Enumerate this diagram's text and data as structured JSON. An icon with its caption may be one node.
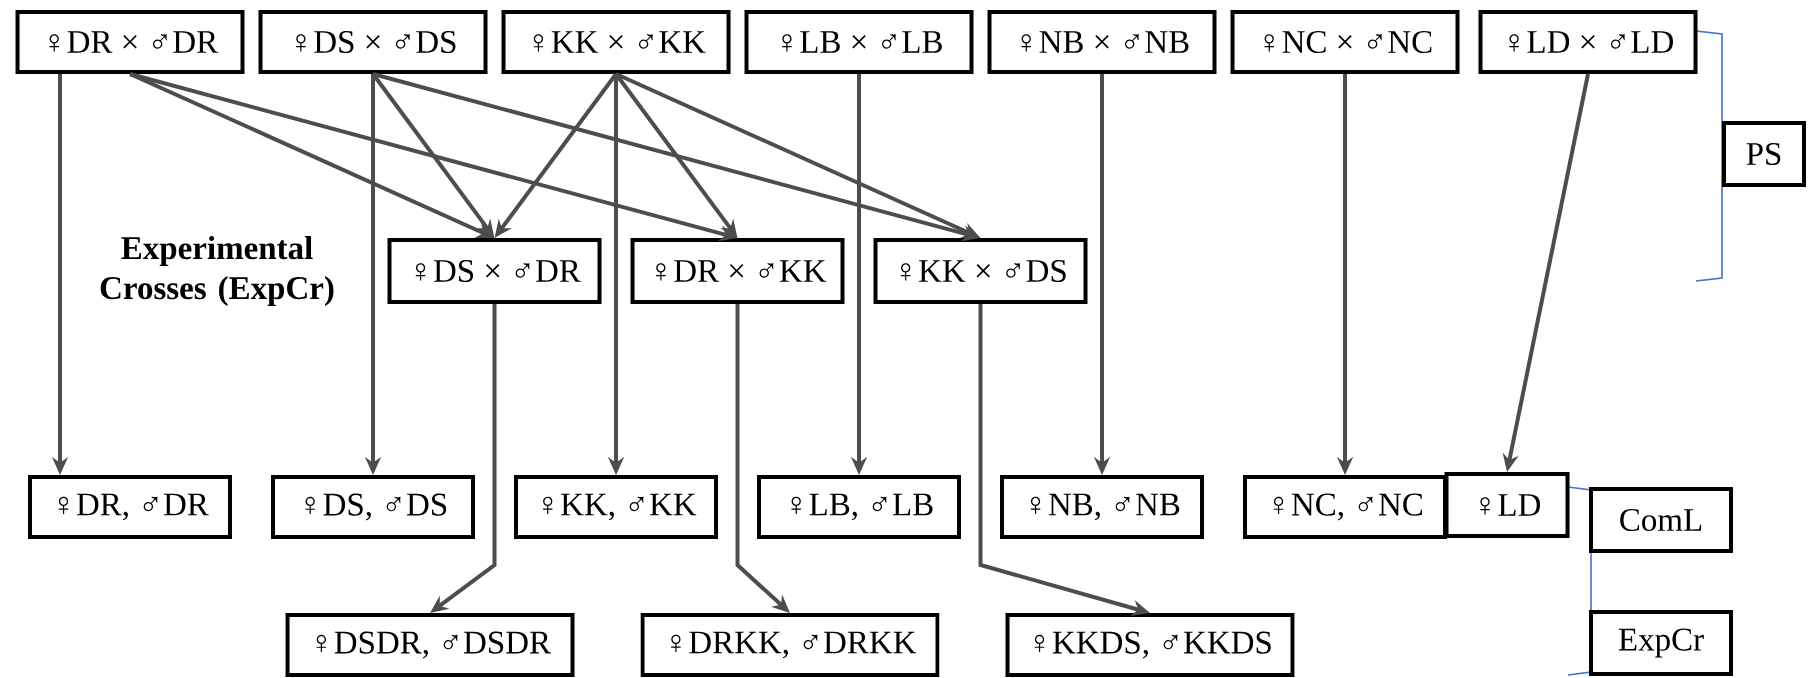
{
  "diagram": {
    "nodes": [
      {
        "text": [
          "♀DR × ♂DR"
        ]
      },
      {
        "text": [
          "♀DS × ♂DS"
        ]
      },
      {
        "text": [
          "♀KK × ♂KK"
        ]
      },
      {
        "text": [
          "♀LB × ♂LB"
        ]
      },
      {
        "text": [
          "♀NB × ♂NB"
        ]
      },
      {
        "text": [
          "♀NC × ♂NC"
        ]
      },
      {
        "text": [
          "♀LD × ♂LD"
        ]
      },
      {
        "text": [
          "PS"
        ]
      },
      {
        "text": [
          "♀DS × ♂DR"
        ]
      },
      {
        "text": [
          "♀DR × ♂KK"
        ]
      },
      {
        "text": [
          "♀KK × ♂DS"
        ]
      },
      {
        "text": [
          "♀DR, ♂DR"
        ]
      },
      {
        "text": [
          "♀DS, ♂DS"
        ]
      },
      {
        "text": [
          "♀KK, ♂KK"
        ]
      },
      {
        "text": [
          "♀LB, ♂LB"
        ]
      },
      {
        "text": [
          "♀NB, ♂NB"
        ]
      },
      {
        "text": [
          "♀NC, ♂NC"
        ]
      },
      {
        "text": [
          "♀LD"
        ]
      },
      {
        "text": [
          "ComL"
        ]
      },
      {
        "text": [
          "ExpCr"
        ]
      },
      {
        "text": [
          "♀DSDR, ♂DSDR"
        ]
      },
      {
        "text": [
          "♀DRKK, ♂DRKK"
        ]
      },
      {
        "text": [
          "♀KKDS, ♂KKDS"
        ]
      }
    ],
    "edges": [
      {
        "from": 0,
        "to": 11,
        "arrow": "to"
      },
      {
        "from": 0,
        "to": 8,
        "arrow": "to"
      },
      {
        "from": 0,
        "to": 9,
        "arrow": "to"
      },
      {
        "from": 1,
        "to": 8,
        "arrow": "to"
      },
      {
        "from": 1,
        "to": 12,
        "arrow": "to"
      },
      {
        "from": 1,
        "to": 10,
        "arrow": "to"
      },
      {
        "from": 2,
        "to": 8,
        "arrow": "to"
      },
      {
        "from": 2,
        "to": 9,
        "arrow": "to"
      },
      {
        "from": 2,
        "to": 10,
        "arrow": "to"
      },
      {
        "from": 2,
        "to": 13,
        "arrow": "to"
      },
      {
        "from": 3,
        "to": 14,
        "arrow": "to"
      },
      {
        "from": 4,
        "to": 15,
        "arrow": "to"
      },
      {
        "from": 5,
        "to": 16,
        "arrow": "to"
      },
      {
        "from": 6,
        "to": 17,
        "arrow": "to"
      },
      {
        "from": 8,
        "to": 20,
        "arrow": "to"
      },
      {
        "from": 9,
        "to": 21,
        "arrow": "to"
      },
      {
        "from": 10,
        "to": 22,
        "arrow": "to"
      }
    ],
    "labels": [
      "Experimental Crosses (ExpCr)"
    ]
  }
}
